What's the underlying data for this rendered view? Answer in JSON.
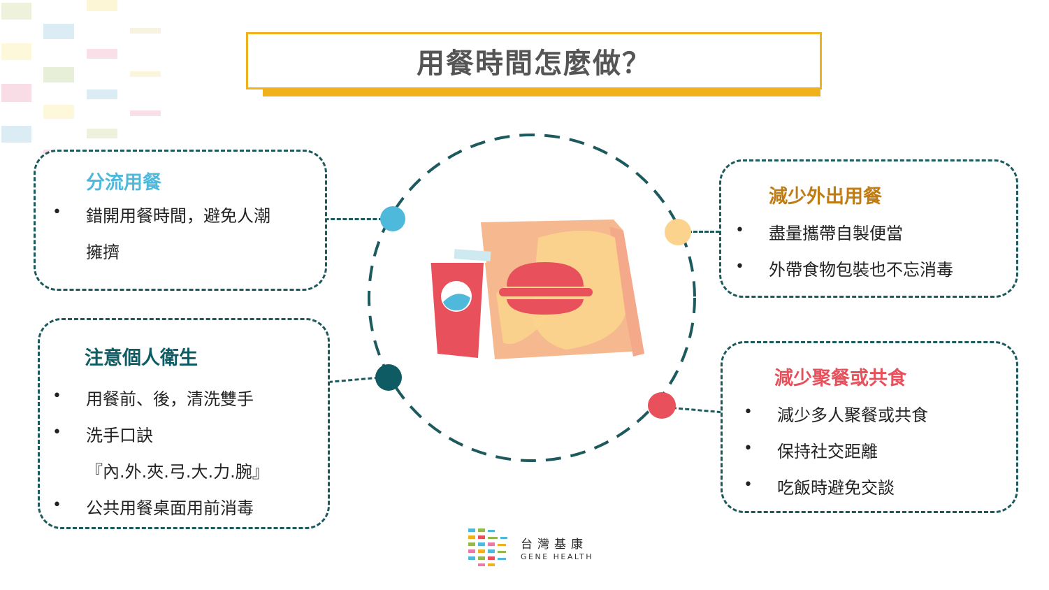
{
  "title": "用餐時間怎麼做？",
  "colors": {
    "teal": "#1d5a5e",
    "title_border": "#f0b21c",
    "blue_accent": "#4fb9dc",
    "orange_accent": "#c07c12",
    "teal_accent": "#0f5b63",
    "pink_accent": "#e8505b",
    "yellow_dot": "#fbd38d"
  },
  "cards": {
    "split": {
      "title": "分流用餐",
      "lines": [
        "錯開用餐時間，避免人潮",
        "擁擠"
      ]
    },
    "hygiene": {
      "title": "注意個人衛生",
      "lines": [
        "用餐前、後，清洗雙手",
        "洗手口訣",
        "『內.外.夾.弓.大.力.腕』",
        "公共用餐桌面用前消毒"
      ]
    },
    "takeout": {
      "title": "減少外出用餐",
      "lines": [
        "盡量攜帶自製便當",
        "外帶食物包裝也不忘消毒"
      ]
    },
    "gathering": {
      "title": "減少聚餐或共食",
      "lines": [
        "減少多人聚餐或共食",
        "保持社交距離",
        "吃飯時避免交談"
      ]
    }
  },
  "bullet": "•",
  "logo": {
    "name_cn": "台灣基康",
    "name_en": "GENE HEALTH"
  },
  "icons": [
    "food-bag-icon",
    "drink-cup-icon",
    "burger-icon",
    "logo-mark-icon"
  ]
}
